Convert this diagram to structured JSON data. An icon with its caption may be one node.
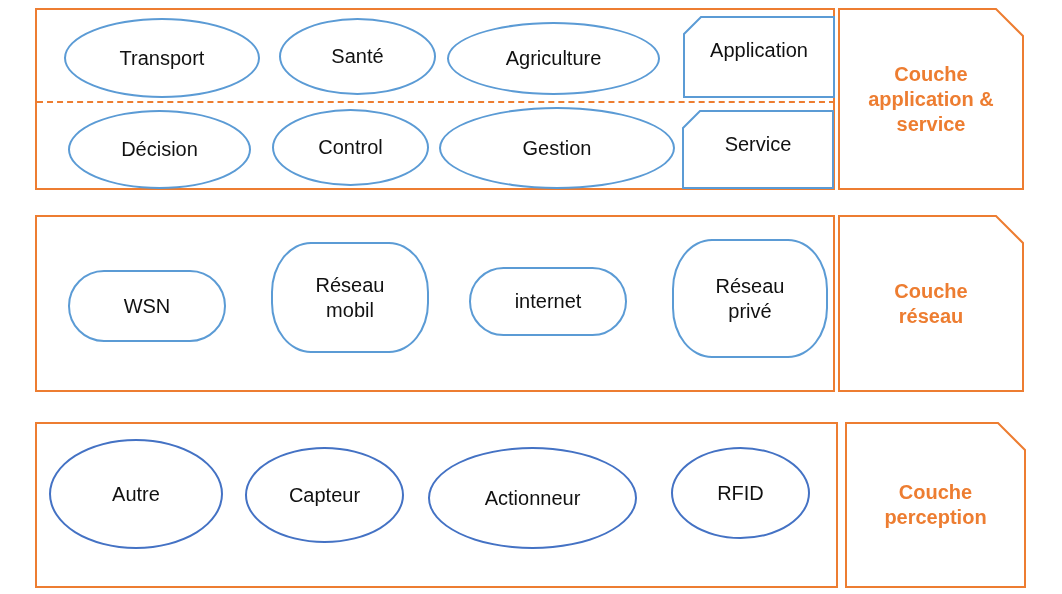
{
  "diagram": {
    "nodes": [
      {
        "text": [],
        "shape": "box"
      },
      {
        "text": [
          "Transport"
        ],
        "in": 0
      },
      {
        "text": [
          "Santé"
        ],
        "in": 0
      },
      {
        "text": [
          "Agriculture"
        ],
        "in": 0
      },
      {
        "text": [
          "Application"
        ],
        "in": 0
      },
      {
        "text": [
          "Décision"
        ],
        "in": 0
      },
      {
        "text": [
          "Control"
        ],
        "in": 0
      },
      {
        "text": [
          "Gestion"
        ],
        "in": 0
      },
      {
        "text": [
          "Service"
        ],
        "in": 0
      },
      {
        "text": [
          "Couche application & service"
        ]
      },
      {
        "text": [],
        "shape": "box"
      },
      {
        "text": [
          "WSN"
        ],
        "in": 10
      },
      {
        "text": [
          "Réseau mobil"
        ],
        "in": 10
      },
      {
        "text": [
          "internet"
        ],
        "in": 10
      },
      {
        "text": [
          "Réseau privé"
        ],
        "in": 10
      },
      {
        "text": [
          "Couche réseau"
        ]
      },
      {
        "text": [],
        "shape": "box"
      },
      {
        "text": [
          "Autre"
        ],
        "in": 16
      },
      {
        "text": [
          "Capteur"
        ],
        "in": 16
      },
      {
        "text": [
          "Actionneur"
        ],
        "in": 16
      },
      {
        "text": [
          "RFID"
        ],
        "in": 16
      },
      {
        "text": [
          "Couche perception"
        ]
      }
    ]
  }
}
